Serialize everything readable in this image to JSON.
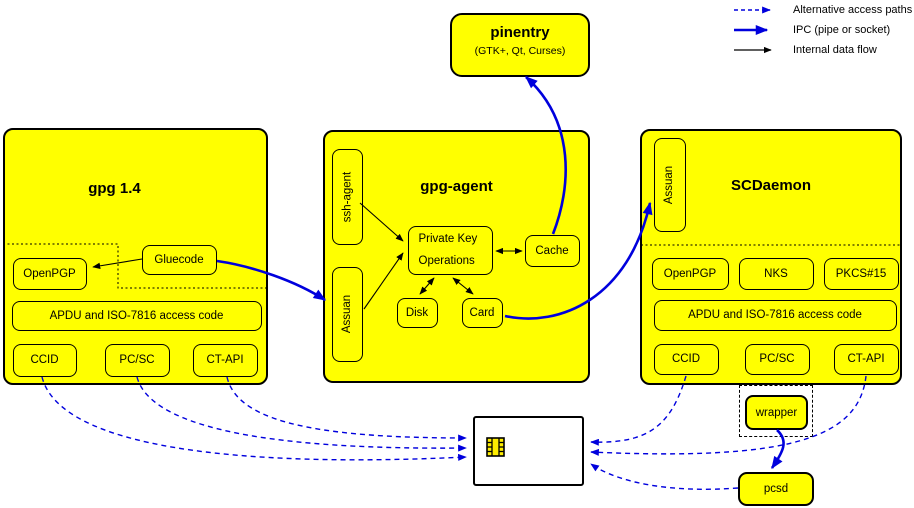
{
  "legend": {
    "items": [
      {
        "label": "Alternative access paths"
      },
      {
        "label": "IPC (pipe or socket)"
      },
      {
        "label": "Internal data flow"
      }
    ]
  },
  "pinentry": {
    "title": "pinentry",
    "subtitle": "(GTK+, Qt, Curses)"
  },
  "gpg14": {
    "title": "gpg 1.4",
    "openpgp": "OpenPGP",
    "gluecode": "Gluecode",
    "apdu": "APDU and ISO-7816 access code",
    "ccid": "CCID",
    "pcsc": "PC/SC",
    "ctapi": "CT-API"
  },
  "gpg_agent": {
    "title": "gpg-agent",
    "ssh_agent": "ssh-agent",
    "assuan": "Assuan",
    "private_key_ops_line1": "Private Key",
    "private_key_ops_line2": "Operations",
    "disk": "Disk",
    "card": "Card",
    "cache": "Cache"
  },
  "scdaemon": {
    "title": "SCDaemon",
    "assuan": "Assuan",
    "openpgp": "OpenPGP",
    "nks": "NKS",
    "pkcs15": "PKCS#15",
    "apdu": "APDU and ISO-7816 access code",
    "ccid": "CCID",
    "pcsc": "PC/SC",
    "ctapi": "CT-API"
  },
  "wrapper": {
    "label": "wrapper"
  },
  "pcsd": {
    "label": "pcsd"
  },
  "colors": {
    "box_fill": "#ffff00",
    "ipc_blue": "#0000dd",
    "line_black": "#000000",
    "card_fill": "#ffffff"
  }
}
